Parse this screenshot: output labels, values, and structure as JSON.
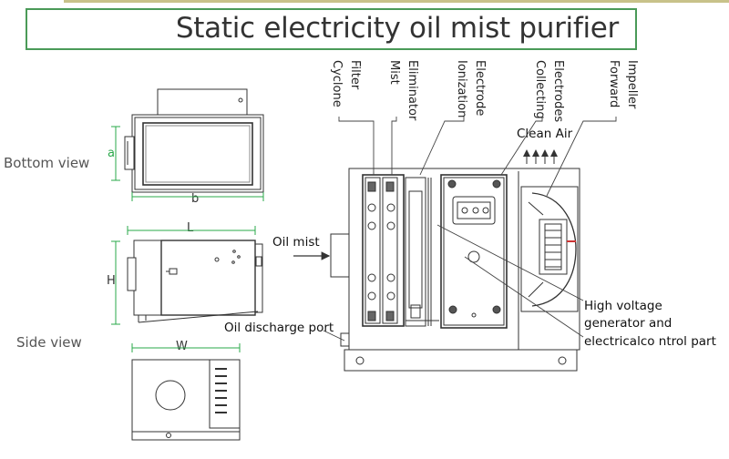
{
  "title": "Static electricity oil mist purifier",
  "views": {
    "bottom": "Bottom view",
    "side": "Side view"
  },
  "dimensions": {
    "a": "a",
    "b": "b",
    "L": "L",
    "H": "H",
    "W": "W"
  },
  "components": [
    {
      "line1": "Filter",
      "line2": "Cyclone"
    },
    {
      "line1": "Eliminator",
      "line2": "Mist"
    },
    {
      "line1": "Electrode",
      "line2": "Ionization"
    },
    {
      "line1": "Electrodes",
      "line2": "Collecting"
    },
    {
      "line1": "Impeller",
      "line2": "Forward"
    }
  ],
  "callouts": {
    "clean_air": "Clean Air",
    "oil_mist": "Oil mist",
    "oil_discharge": "Oil discharge port",
    "hv_line1": "High voltage",
    "hv_line2": "generator and",
    "hv_line3": "electricalco ntrol part"
  },
  "colors": {
    "frame": "#4a9a58",
    "dimension_lines": "#2aa84a",
    "drawing": "#333333"
  }
}
